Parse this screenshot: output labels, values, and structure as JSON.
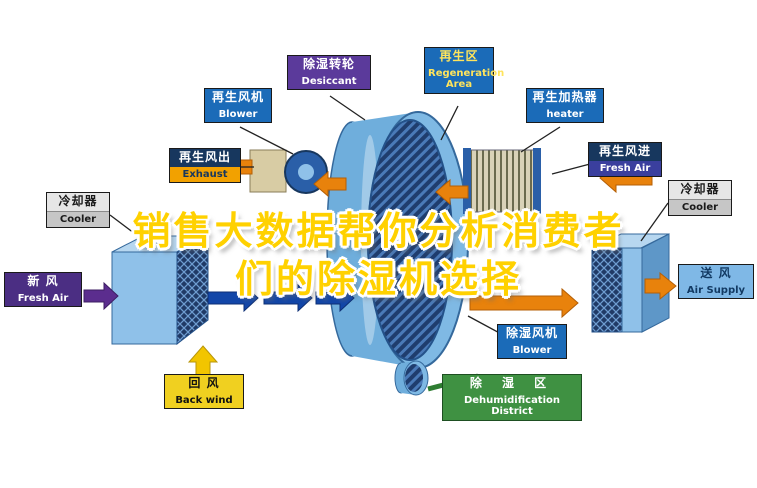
{
  "title": {
    "line1": "销售大数据帮你分析消费者",
    "line2": "们的除湿机选择"
  },
  "labels": {
    "desiccant": {
      "zh": "除湿转轮",
      "en": "Desiccant"
    },
    "regen_area": {
      "zh": "再生区",
      "en": "Regeneration Area"
    },
    "regen_blower": {
      "zh": "再生风机",
      "en": "Blower"
    },
    "regen_heater": {
      "zh": "再生加热器",
      "en": "heater"
    },
    "exhaust": {
      "zh": "再生风出",
      "en": "Exhaust"
    },
    "regen_fresh_air": {
      "zh": "再生风进",
      "en": "Fresh Air"
    },
    "cooler_left": {
      "zh": "冷却器",
      "en": "Cooler"
    },
    "cooler_right": {
      "zh": "冷却器",
      "en": "Cooler"
    },
    "fresh_air": {
      "zh": "新  风",
      "en": "Fresh Air"
    },
    "air_supply": {
      "zh": "送  风",
      "en": "Air Supply"
    },
    "back_wind": {
      "zh": "回  风",
      "en": "Back wind"
    },
    "dehumid_blower": {
      "zh": "除湿风机",
      "en": "Blower"
    },
    "dehumid_district": {
      "zh": "除 湿 区",
      "en": "Dehumidification District"
    }
  },
  "colors": {
    "title_fill": "#FFD100",
    "title_outline": "#FFFFFF",
    "blue_label": "#1B6BB8",
    "navy_label": "#17375E",
    "orange_arrow": "#E8820C",
    "blue_arrow": "#1246A8",
    "yellow_arrow": "#F2C500",
    "purple_arrow": "#5B2D8E",
    "green_label": "#3F9142",
    "cyan_label": "#7FB8E6",
    "gray_label": "#D9D9D9",
    "wheel_body": "#6FAEDC",
    "wheel_face": "#1F3D6E"
  }
}
